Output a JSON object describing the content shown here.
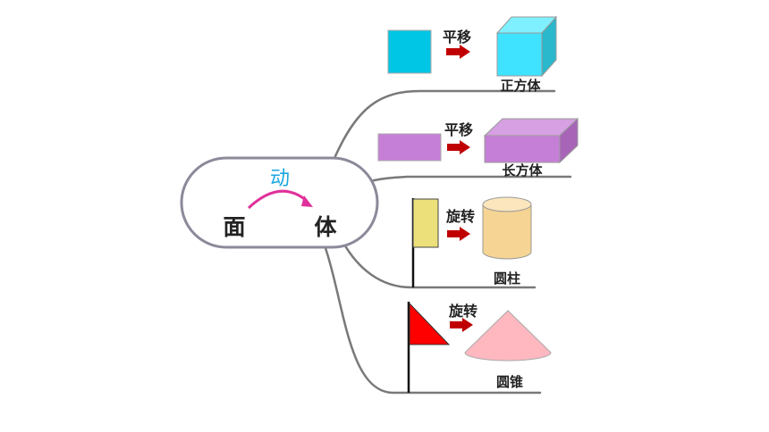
{
  "center": {
    "left_char": "面",
    "right_char": "体",
    "motion_char": "动",
    "marker": "",
    "colors": {
      "motion_text": "#1aa6e0",
      "arc": "#e0309a",
      "bubble_stroke": "#8a8a9a"
    }
  },
  "branches": [
    {
      "action": "平移",
      "result": "正方体",
      "marker": "",
      "shape": "square",
      "solid": "cube",
      "color": "#00c6e6",
      "solid_color": "#3fe3ff"
    },
    {
      "action": "平移",
      "result": "长方体",
      "marker": "",
      "shape": "rectangle",
      "solid": "cuboid",
      "color": "#c67fd6"
    },
    {
      "action": "旋转",
      "result": "圆柱",
      "marker": "",
      "shape": "rectangle-flag",
      "solid": "cylinder",
      "color": "#ece07a",
      "solid_color": "#f6d494"
    },
    {
      "action": "旋转",
      "result": "圆锥",
      "marker": "",
      "shape": "triangle-flag",
      "solid": "cone",
      "color": "#ff0000",
      "solid_color": "#ffb8c0"
    }
  ],
  "colors": {
    "arrow": "#c00000",
    "connector": "#7a7878",
    "underline": "#8a8a8a"
  }
}
